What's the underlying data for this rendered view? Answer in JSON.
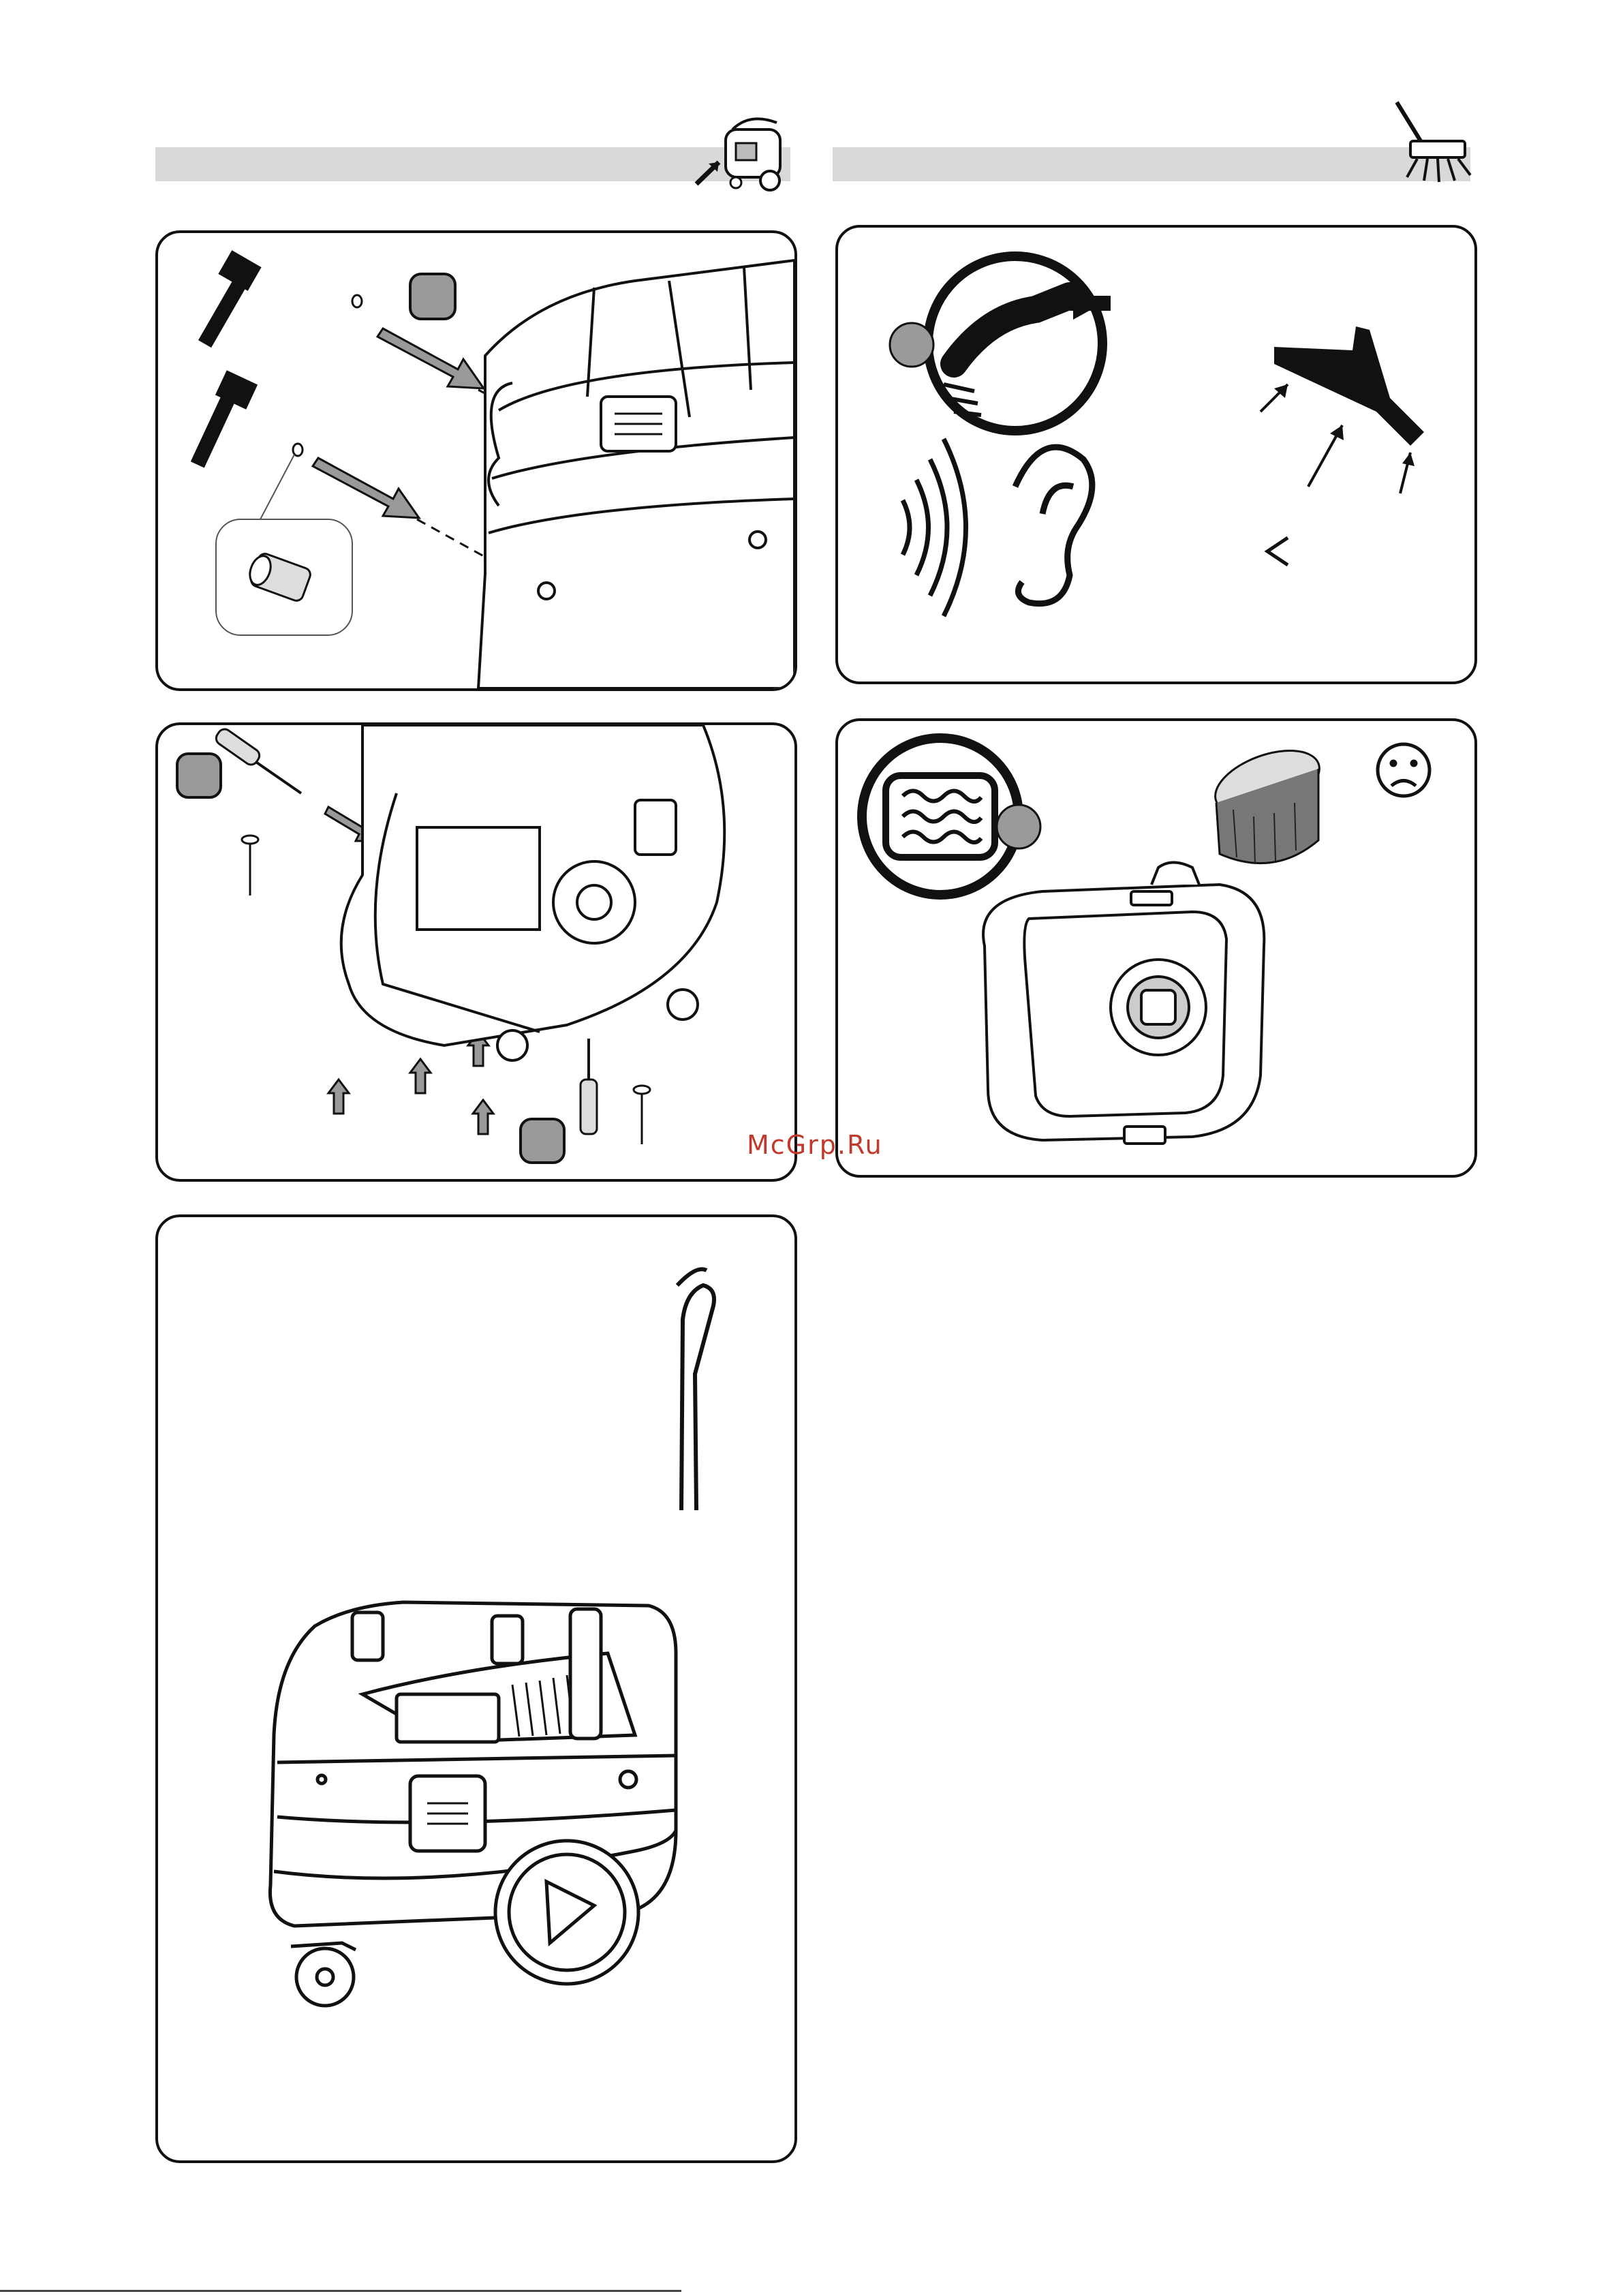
{
  "watermark": "McGrp.Ru",
  "colors": {
    "stroke": "#111111",
    "bar": "#d9d9d9",
    "marker": "#9a9a9a",
    "watermark": "#c0392b"
  },
  "header_left": {
    "icon": "vacuum-cleaner-icon"
  },
  "header_right": {
    "icon": "floor-nozzle-brush-icon"
  },
  "panels": [
    {
      "id": "handle-mounting",
      "icons": [
        "screwdriver-icon",
        "hex-key-icon",
        "threaded-insert-icon",
        "arrow-icon",
        "vacuum-top-icon"
      ]
    },
    {
      "id": "suction-reduced",
      "icons": [
        "hose-icon",
        "sound-waves-icon",
        "ear-icon",
        "floor-nozzle-icon"
      ]
    },
    {
      "id": "frame-mounting",
      "icons": [
        "screwdriver-icon",
        "screw-icon",
        "up-arrow-icon",
        "vacuum-underside-icon"
      ]
    },
    {
      "id": "filter-check",
      "icons": [
        "filter-icon",
        "sad-face-icon",
        "filter-cartridge-icon",
        "filter-housing-icon"
      ]
    },
    {
      "id": "assembled-side-view",
      "icons": [
        "vacuum-side-icon",
        "trolley-handle-icon",
        "wheel-icon"
      ]
    }
  ]
}
